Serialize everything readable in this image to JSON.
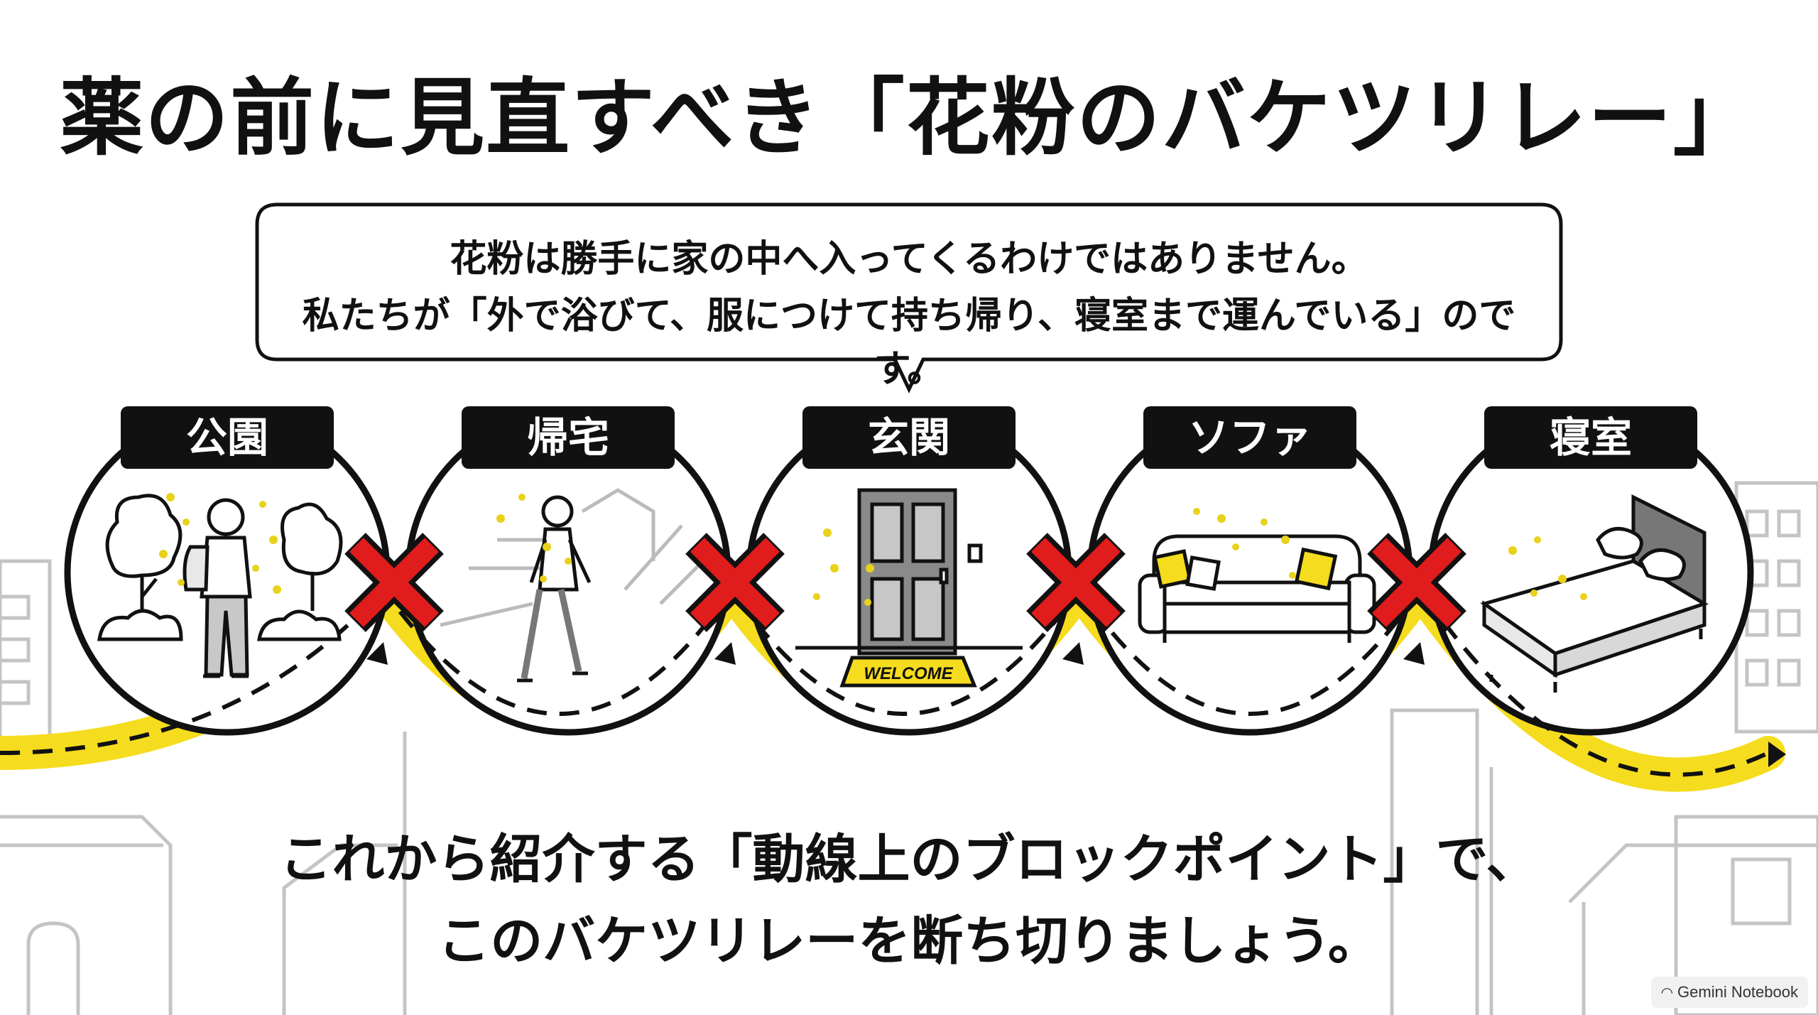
{
  "title": "薬の前に見直すべき「花粉のバケツリレー」",
  "bubble": {
    "line1": "花粉は勝手に家の中へ入ってくるわけではありません。",
    "line2": "私たちが「外で浴びて、服につけて持ち帰り、寝室まで運んでいる」のです。"
  },
  "stages": [
    {
      "label": "公園",
      "icon": "park-person-icon"
    },
    {
      "label": "帰宅",
      "icon": "walking-home-icon"
    },
    {
      "label": "玄関",
      "icon": "front-door-icon"
    },
    {
      "label": "ソファ",
      "icon": "sofa-icon"
    },
    {
      "label": "寝室",
      "icon": "bed-icon"
    }
  ],
  "doormat_text": "WELCOME",
  "bottom": {
    "line1": "これから紹介する「動線上のブロックポイント」で、",
    "line2": "このバケツリレーを断ち切りましょう。"
  },
  "brand": "Gemini Notebook",
  "colors": {
    "accent_yellow": "#f5dc1e",
    "block_red": "#e01c1c",
    "ink": "#111111",
    "pollen": "#e8d21a",
    "city_lines": "#bdbdbd"
  }
}
